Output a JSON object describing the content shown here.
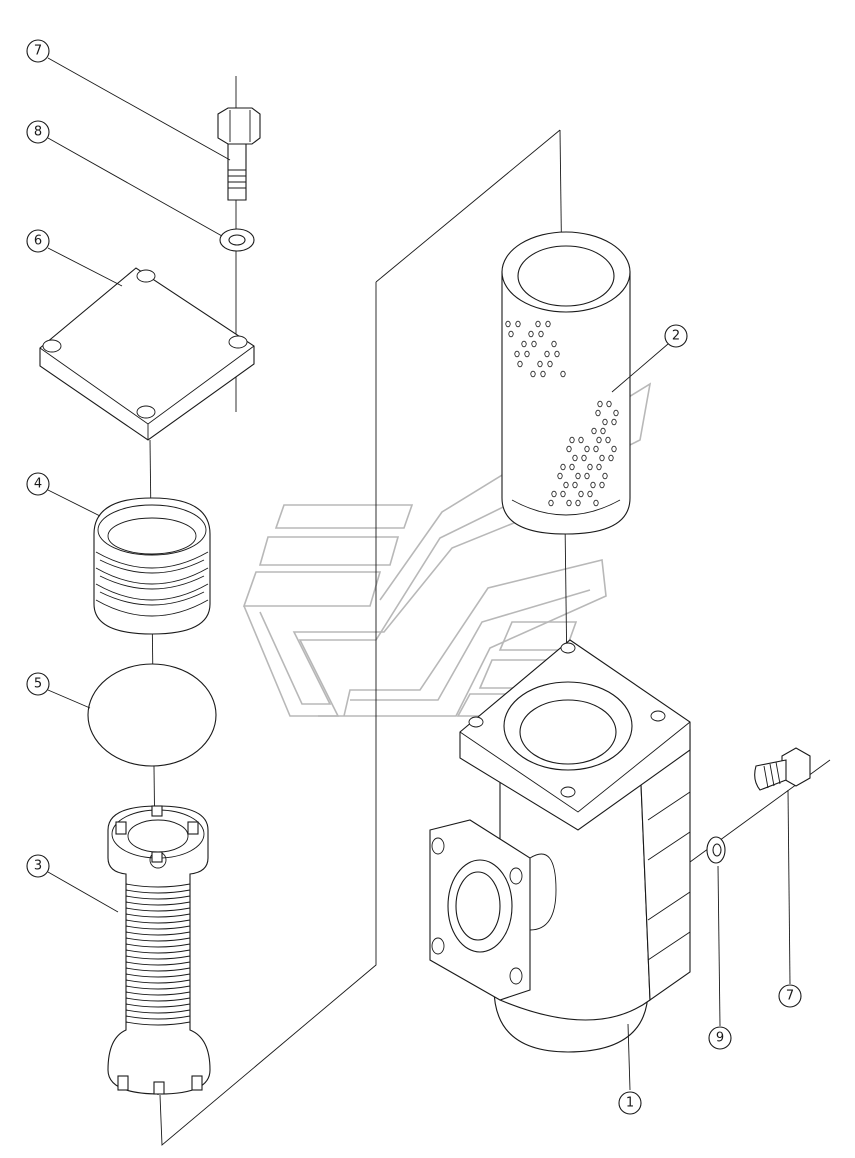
{
  "diagram": {
    "callouts": [
      {
        "id": "c7a",
        "label": "7"
      },
      {
        "id": "c8",
        "label": "8"
      },
      {
        "id": "c6",
        "label": "6"
      },
      {
        "id": "c4",
        "label": "4"
      },
      {
        "id": "c5",
        "label": "5"
      },
      {
        "id": "c3",
        "label": "3"
      },
      {
        "id": "c2",
        "label": "2"
      },
      {
        "id": "c7b",
        "label": "7"
      },
      {
        "id": "c9",
        "label": "9"
      },
      {
        "id": "c1",
        "label": "1"
      }
    ]
  }
}
